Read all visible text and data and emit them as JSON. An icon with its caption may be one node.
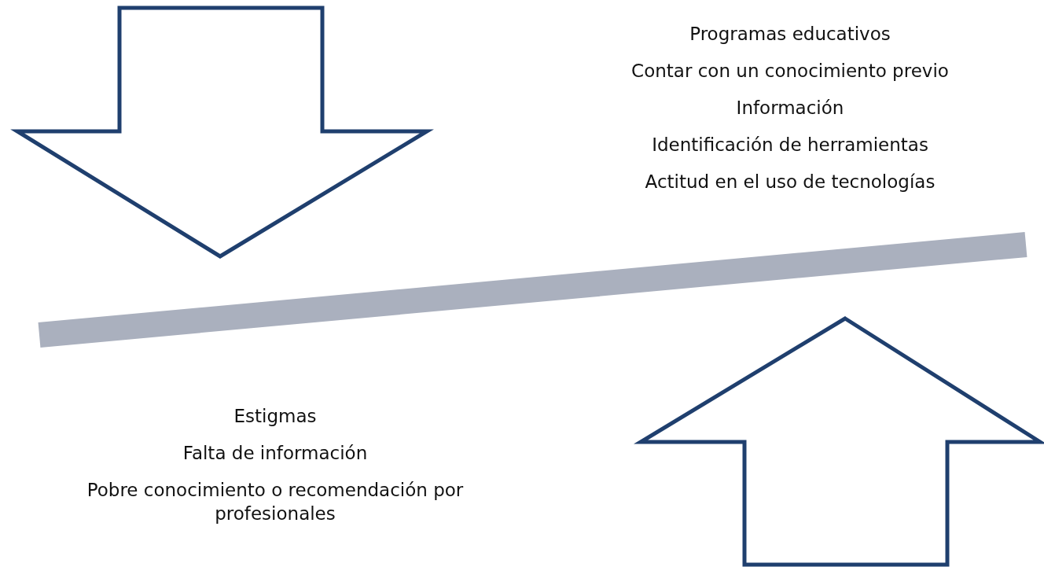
{
  "diagram": {
    "labels": [
      "Programas educativos",
      "Contar con un conocimiento previo",
      "Información",
      "Identificación de herramientas",
      "Actitud en el uso de tecnologías",
      "Estigmas",
      "Falta de información",
      "Pobre conocimiento o recomendación por profesionales"
    ]
  }
}
